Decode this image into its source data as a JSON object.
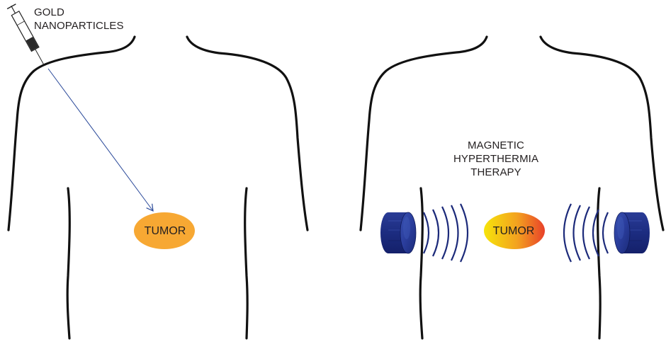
{
  "labels": {
    "injection_line1": "GOLD",
    "injection_line2": "NANOPARTICLES",
    "therapy_line1": "MAGNETIC",
    "therapy_line2": "HYPERTHERMIA",
    "therapy_line3": "THERAPY",
    "tumor_left": "TUMOR",
    "tumor_right": "TUMOR"
  },
  "colors": {
    "outline": "#111111",
    "arrow": "#2b4a9a",
    "tumor_left": "#f7a833",
    "tumor_right_start": "#f5e20a",
    "tumor_right_end": "#e8412a",
    "magnet": "#1d2f86",
    "waves": "#1c2a7a"
  }
}
